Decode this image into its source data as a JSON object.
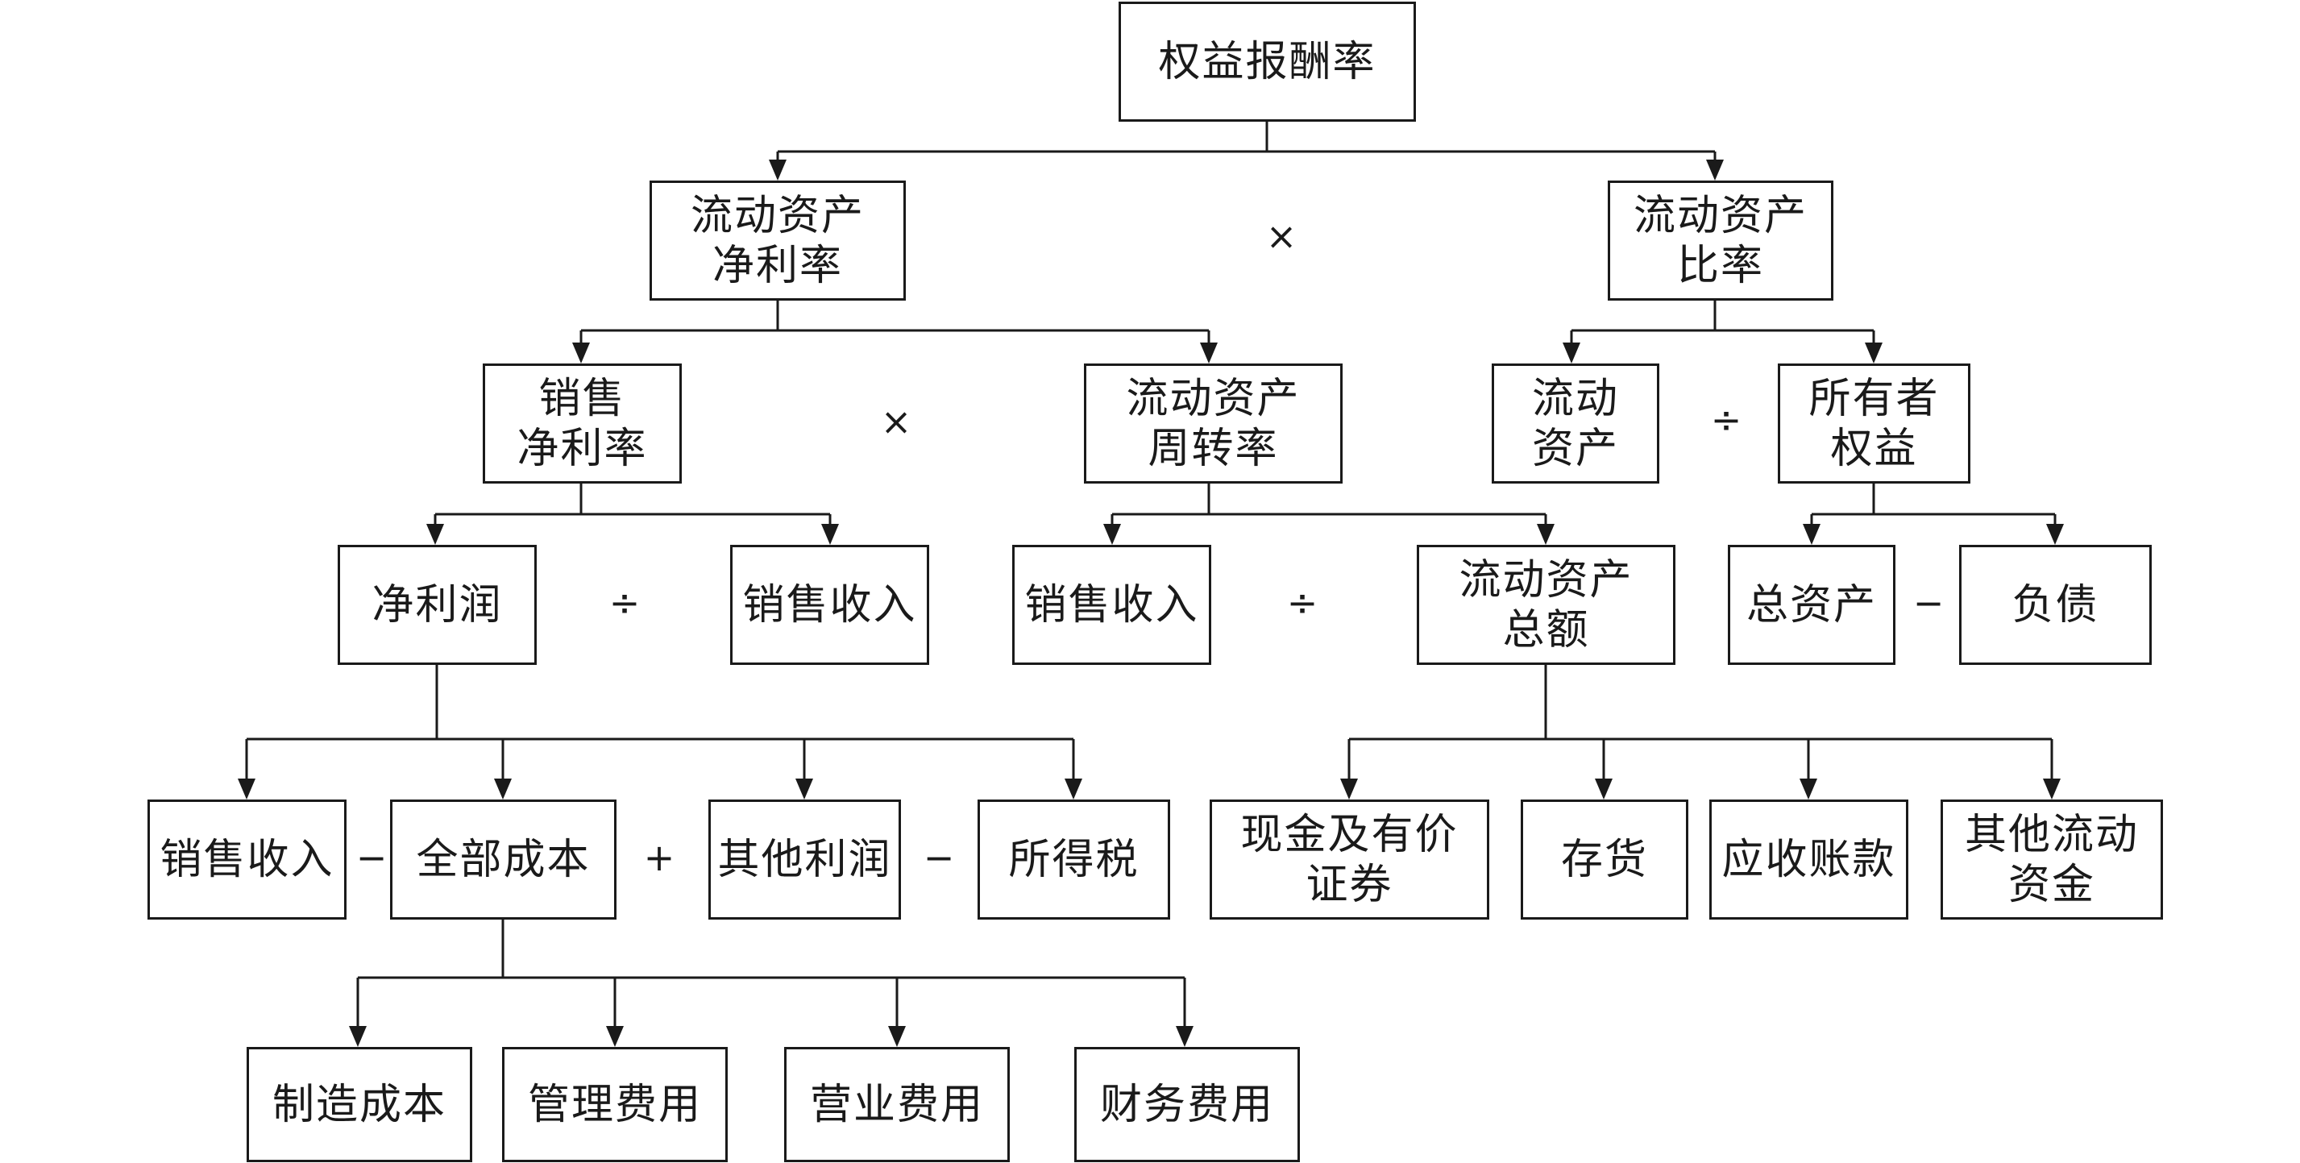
{
  "nodes": {
    "roe": "权益报酬率",
    "ca_net_margin": "流动资产\n净利率",
    "ca_ratio": "流动资产\n比率",
    "sales_net_margin": "销售\n净利率",
    "ca_turnover": "流动资产\n周转率",
    "current_assets": "流动\n资产",
    "owners_equity": "所有者\n权益",
    "net_profit": "净利润",
    "sales_revenue_l3": "销售收入",
    "sales_revenue_l3b": "销售收入",
    "ca_total": "流动资产\n总额",
    "total_assets": "总资产",
    "liabilities": "负债",
    "sales_revenue_l4": "销售收入",
    "total_cost": "全部成本",
    "other_profit": "其他利润",
    "income_tax": "所得税",
    "cash_securities": "现金及有价\n证券",
    "inventory": "存货",
    "receivables": "应收账款",
    "other_ca": "其他流动\n资金",
    "manufacturing_cost": "制造成本",
    "admin_expense": "管理费用",
    "operating_expense": "营业费用",
    "financial_expense": "财务费用"
  },
  "operators": {
    "multiply_level1": "×",
    "multiply_level2": "×",
    "divide_level2": "÷",
    "divide_net_profit": "÷",
    "divide_turnover": "÷",
    "subtract_equity": "−",
    "minus_total_cost": "−",
    "plus_other_profit": "+",
    "minus_income_tax": "−"
  }
}
